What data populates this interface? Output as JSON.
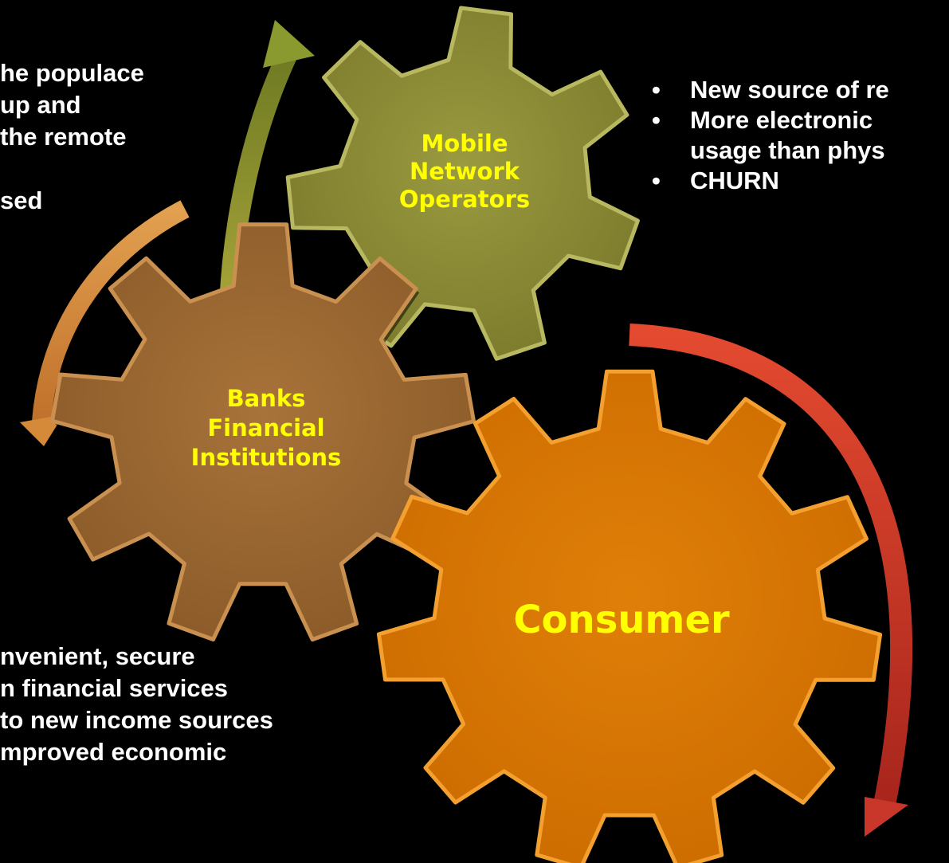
{
  "gears": {
    "mno": {
      "label_lines": [
        "Mobile",
        "Network",
        "Operators"
      ]
    },
    "banks": {
      "label_lines": [
        "Banks",
        "Financial",
        "Institutions"
      ]
    },
    "consumer": {
      "label_lines": [
        "Consumer"
      ]
    }
  },
  "text_blocks": {
    "top_left": [
      "he populace",
      "up and",
      "the remote",
      "",
      "sed"
    ],
    "top_right": {
      "bullet": "•",
      "items": [
        [
          "New source of re"
        ],
        [
          "More electronic",
          "usage than phys"
        ],
        [
          "CHURN"
        ]
      ]
    },
    "bottom_left": [
      "nvenient, secure",
      "n financial services",
      "to new income sources",
      "mproved economic"
    ]
  },
  "colors": {
    "background": "#000000",
    "mno_gear": "#8a8a35",
    "banks_gear": "#9a6a30",
    "consumer_gear": "#d97700",
    "arrow_olive": "#7d8a2e",
    "arrow_orange": "#d88a3a",
    "arrow_red": "#d23a2a",
    "label_text": "#ffff00",
    "body_text": "#ffffff"
  }
}
